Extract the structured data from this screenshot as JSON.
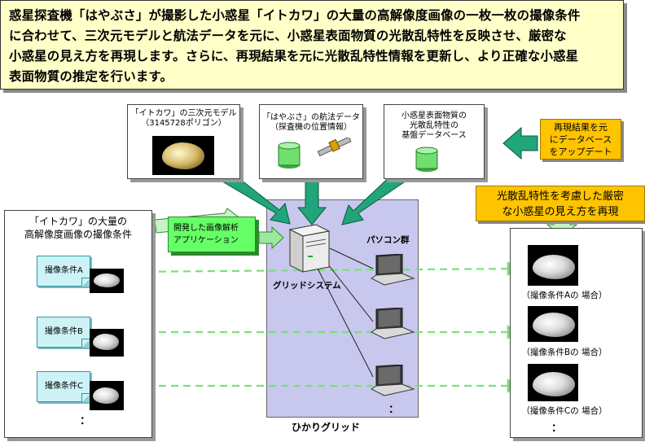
{
  "intro": {
    "lines": [
      "惑星探査機「はやぶさ」が撮影した小惑星「イトカワ」の大量の高解像度画像の一枚一枚の撮像条件",
      "に合わせて、三次元モデルと航法データを元に、小惑星表面物質の光散乱特性を反映させ、厳密な",
      "小惑星の見え方を再現します。さらに、再現結果を元に光散乱特性情報を更新し、より正確な小惑星",
      "表面物質の推定を行います。"
    ]
  },
  "sources": {
    "model": {
      "line1": "「イトカワ」の三次元モデル",
      "line2": "（3145728ポリゴン）"
    },
    "nav": {
      "line1": "「はやぶさ」の航法データ",
      "line2": "（探査機の位置情報）"
    },
    "db": {
      "line1": "小惑星表面物質の",
      "line2": "光散乱特性の",
      "line3": "基盤データベース"
    }
  },
  "update_box": {
    "line1": "再現結果を元",
    "line2": "にデータベース",
    "line3": "をアップデート"
  },
  "result_banner": {
    "line1": "光散乱特性を考慮した厳密",
    "line2": "な小惑星の見え方を再現"
  },
  "left_panel": {
    "title1": "「イトカワ」の大量の",
    "title2": "高解像度画像の撮像条件",
    "conditions": [
      "撮像条件A",
      "撮像条件B",
      "撮像条件C"
    ],
    "ellipsis": "："
  },
  "app_box": {
    "line1": "開発した画像解析",
    "line2": "アプリケーション"
  },
  "grid": {
    "label": "ひかりグリッド",
    "system_label": "グリッドシステム",
    "pc_label": "パソコン群",
    "ellipsis": "："
  },
  "results": {
    "captions": [
      "（撮像条件Aの 場合）",
      "（撮像条件Bの 場合）",
      "（撮像条件Cの 場合）"
    ],
    "ellipsis": "："
  },
  "colors": {
    "intro_bg": "#ffffc8",
    "grid_bg": "#c8c8ee",
    "arrow_green": "#7ae07a",
    "orange": "#ffc400",
    "app_green": "#66ff66",
    "condition_bg": "#cdf3f7"
  }
}
